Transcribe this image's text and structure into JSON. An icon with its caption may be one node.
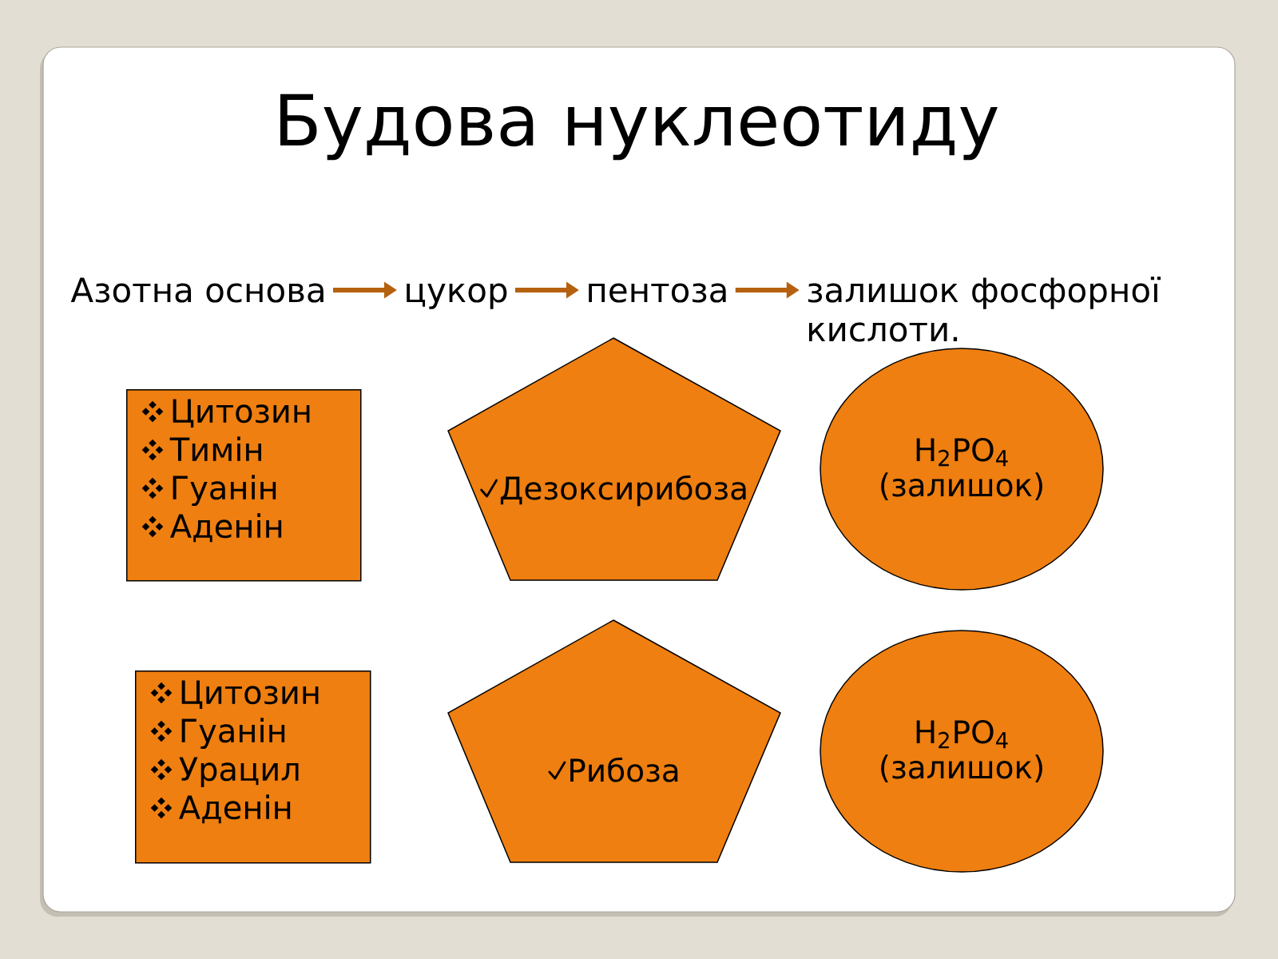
{
  "diagram": {
    "title": "Будова нуклеотиду",
    "nodes": [
      {
        "text": [
          "Азотна основа"
        ]
      },
      {
        "text": [
          "цукор"
        ]
      },
      {
        "text": [
          "пентоза"
        ]
      },
      {
        "text": [
          "залишок фосфорної кислоти."
        ]
      },
      {
        "text": [
          "Цитозин",
          "Тимін",
          "Гуанін",
          "Аденін"
        ]
      },
      {
        "text": [
          "Дезоксирибоза"
        ]
      },
      {
        "text": [
          "H$_{2}$PO$_{4}$ (залишок)"
        ]
      },
      {
        "text": [
          "Цитозин",
          "Гуанін",
          "Урацил",
          "Аденін"
        ]
      },
      {
        "text": [
          "Рибоза"
        ]
      },
      {
        "text": [
          "H$_{2}$PO$_{4}$ (залишок)"
        ]
      }
    ],
    "edges": [
      {
        "from": 0,
        "to": 1,
        "arrow": "to",
        "color": "#b5610f"
      },
      {
        "from": 1,
        "to": 2,
        "arrow": "to",
        "color": "#b5610f"
      },
      {
        "from": 2,
        "to": 3,
        "arrow": "to",
        "color": "#b5610f"
      }
    ]
  }
}
